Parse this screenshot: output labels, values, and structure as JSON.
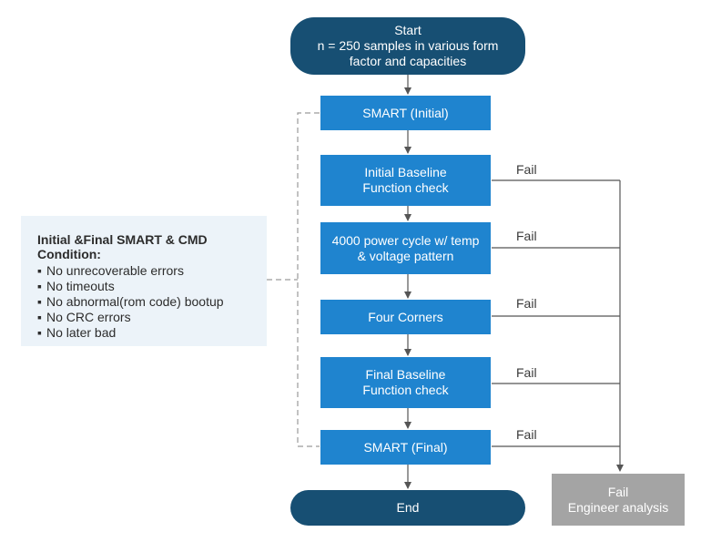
{
  "flow": {
    "start": {
      "line1": "Start",
      "line2": "n = 250 samples in various form",
      "line3": "factor and capacities"
    },
    "smart_initial": "SMART (Initial)",
    "initial_baseline": {
      "line1": "Initial Baseline",
      "line2": "Function check"
    },
    "power_cycle": {
      "line1": "4000 power cycle w/ temp",
      "line2": "& voltage pattern"
    },
    "four_corners": "Four Corners",
    "final_baseline": {
      "line1": "Final Baseline",
      "line2": "Function check"
    },
    "smart_final": "SMART (Final)",
    "end": "End"
  },
  "fail_labels": [
    "Fail",
    "Fail",
    "Fail",
    "Fail",
    "Fail"
  ],
  "fail_box": {
    "line1": "Fail",
    "line2": "Engineer analysis"
  },
  "conditions": {
    "title": "Initial &Final SMART & CMD Condition:",
    "bullet": "▪",
    "items": [
      "No unrecoverable errors",
      "No timeouts",
      "No abnormal(rom code) bootup",
      "No CRC errors",
      "No later bad"
    ]
  },
  "colors": {
    "terminal": "#174f73",
    "step": "#1f84cf",
    "fail_box": "#a4a4a4",
    "conditions_bg": "#ecf3f9",
    "connector": "#555555",
    "dashed": "#9a9a9a"
  }
}
